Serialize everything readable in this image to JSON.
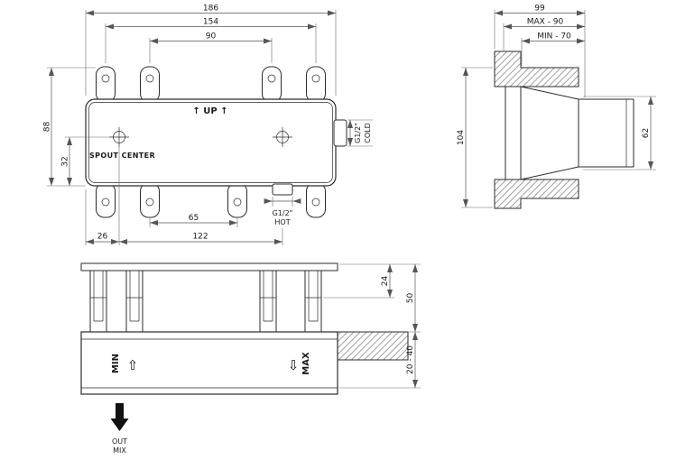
{
  "front_view": {
    "up_label": "↑ UP ↑",
    "spout_center_label": "SPOUT  CENTER",
    "cold": {
      "thread": "G1/2\"",
      "label": "COLD"
    },
    "hot": {
      "thread": "G1/2\"",
      "label": "HOT"
    },
    "dims": {
      "overall_width": "186",
      "outer_hole_spacing": "154",
      "inner_hole_spacing": "90",
      "overall_height": "88",
      "spout_center_height": "32",
      "spout_center_offset": "26",
      "hot_inlet_offset": "122",
      "bottom_hole_spacing": "65"
    }
  },
  "side_view": {
    "dims": {
      "overall_depth": "99",
      "max_depth": "MAX - 90",
      "min_depth": "MIN - 70",
      "opening_height": "104",
      "body_height": "62"
    }
  },
  "bottom_view": {
    "min_label": "MIN",
    "min_arrow": "⇧",
    "max_label": "MAX",
    "max_arrow": "⇩",
    "out_label": "OUT",
    "mix_label": "MIX",
    "dims": {
      "clip_depth": "24",
      "body_depth": "50",
      "plaster_range": "20 - 40"
    }
  }
}
